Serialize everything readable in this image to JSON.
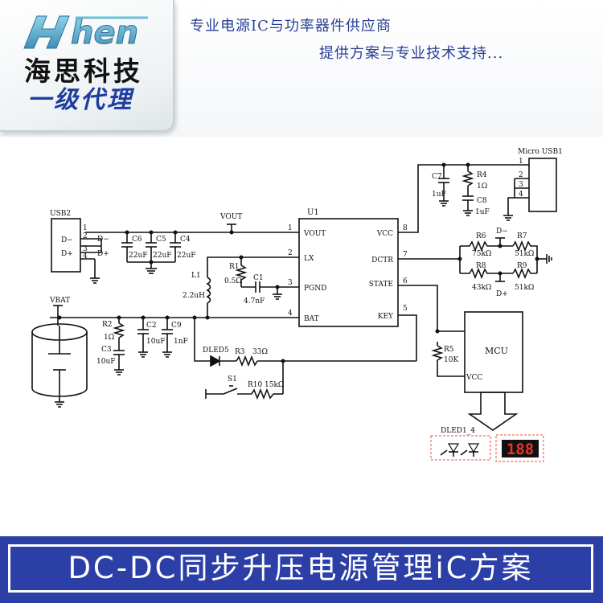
{
  "header": {
    "logo_text": "hen",
    "brand_cn": "海思科技",
    "agent_label": "一级代理",
    "tagline_line1": "专业电源IC与功率器件供应商",
    "tagline_line2": "提供方案与专业技术支持..."
  },
  "schematic": {
    "ic": {
      "ref": "U1",
      "pins_left": [
        {
          "num": "1",
          "name": "VOUT"
        },
        {
          "num": "2",
          "name": "LX"
        },
        {
          "num": "3",
          "name": "PGND"
        },
        {
          "num": "4",
          "name": "BAT"
        }
      ],
      "pins_right": [
        {
          "num": "8",
          "name": "VCC"
        },
        {
          "num": "7",
          "name": "DCTR"
        },
        {
          "num": "6",
          "name": "STATE"
        },
        {
          "num": "5",
          "name": "KEY"
        }
      ]
    },
    "nets": {
      "vout": "VOUT",
      "vbat": "VBAT"
    },
    "usb2": {
      "ref": "USB2",
      "pin1": "1",
      "pin2": "2",
      "pin3": "3",
      "pin4": "4",
      "dminus": "D−",
      "dplus": "D+",
      "dminus_r": "D−",
      "dplus_r": "D+"
    },
    "micro_usb": {
      "ref": "Micro USB1",
      "pin1": "1",
      "pin2": "2",
      "pin3": "3",
      "pin4": "4"
    },
    "output_caps": [
      {
        "ref": "C6",
        "value": "22uF"
      },
      {
        "ref": "C5",
        "value": "22uF"
      },
      {
        "ref": "C4",
        "value": "22uF"
      }
    ],
    "usb_in": {
      "c7_ref": "C7",
      "c7_value": "1uF",
      "r4_ref": "R4",
      "r4_value": "1Ω",
      "c8_ref": "C8",
      "c8_value": "1uF"
    },
    "divider": {
      "r6_ref": "R6",
      "r6_value": "75kΩ",
      "r7_ref": "R7",
      "r7_value": "51kΩ",
      "r8_ref": "R8",
      "r8_value": "43kΩ",
      "r9_ref": "R9",
      "r9_value": "51kΩ",
      "dminus": "D−",
      "dplus": "D+"
    },
    "lx": {
      "l1_ref": "L1",
      "l1_value": "2.2uH",
      "r1_ref": "R1",
      "r1_value": "0.5Ω",
      "c1_ref": "C1",
      "c1_value": "4.7nF"
    },
    "battery": {
      "r2_ref": "R2",
      "r2_value": "1Ω",
      "c3_ref": "C3",
      "c3_value": "10uF",
      "c2_ref": "C2",
      "c2_value": "10uF",
      "c9_ref": "C9",
      "c9_value": "1nF"
    },
    "key_led": {
      "dled_ref": "DLED5",
      "r3_ref": "R3",
      "r3_value": "33Ω",
      "s1_ref": "S1",
      "r10_ref": "R10",
      "r10_value": "15kΩ"
    },
    "mcu": {
      "label": "MCU",
      "vcc": "VCC",
      "r5_ref": "R5",
      "r5_value": "10K",
      "led_group": "DLED1_4",
      "display_digits": "188"
    }
  },
  "footer": {
    "title": "DC-DC同步升压电源管理iC方案"
  },
  "colors": {
    "brand_blue": "#2b3fa6",
    "logo_teal": "#6ac0d8",
    "display_red": "#e8332a"
  }
}
